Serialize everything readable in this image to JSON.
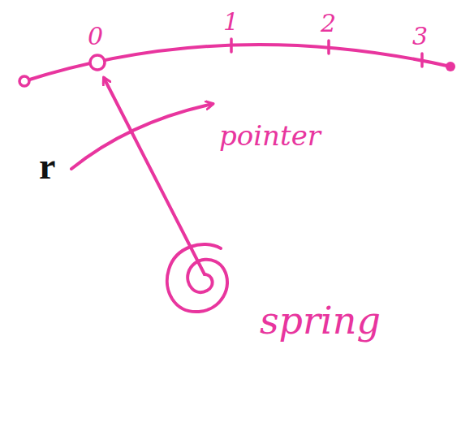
{
  "diagram": {
    "labels": [
      "r",
      "0",
      "1",
      "2",
      "3",
      "pointer",
      "spring"
    ]
  }
}
